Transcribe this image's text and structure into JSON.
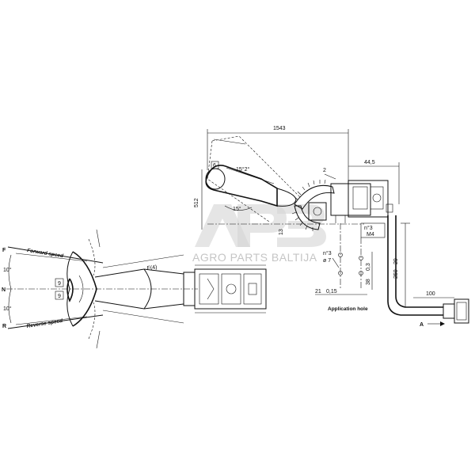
{
  "watermark": {
    "logo_text": "APB",
    "subtitle": "AGRO PARTS BALTIJA"
  },
  "left_view": {
    "label_F": "F",
    "label_N": "N",
    "label_R": "R",
    "angle_top": "10°",
    "angle_bottom": "10°",
    "forward_label": "Forward speed",
    "reverse_label": "Reverse speed",
    "box_top": "9",
    "box_bottom": "9",
    "travel_label": "F(4)"
  },
  "right_view": {
    "dim_1543": "1543",
    "dim_512": "512",
    "dim_15_2": "15°2°",
    "dim_15": "15°",
    "dim_6": "6",
    "dim_2": "2",
    "dim_13": "13",
    "dim_44_5": "44,5",
    "dim_n3_m4_a": "n°3",
    "dim_n3_m4_b": "M4",
    "dim_n3_7_a": "n°3",
    "dim_n3_7_b": "ø 7",
    "dim_0_3": "0,3",
    "dim_38": "38",
    "dim_21": "21",
    "dim_0_15": "0,15",
    "application_hole": "Application hole",
    "dim_250": "250",
    "dim_29": "29",
    "dim_100": "100",
    "arrow_A": "A"
  }
}
